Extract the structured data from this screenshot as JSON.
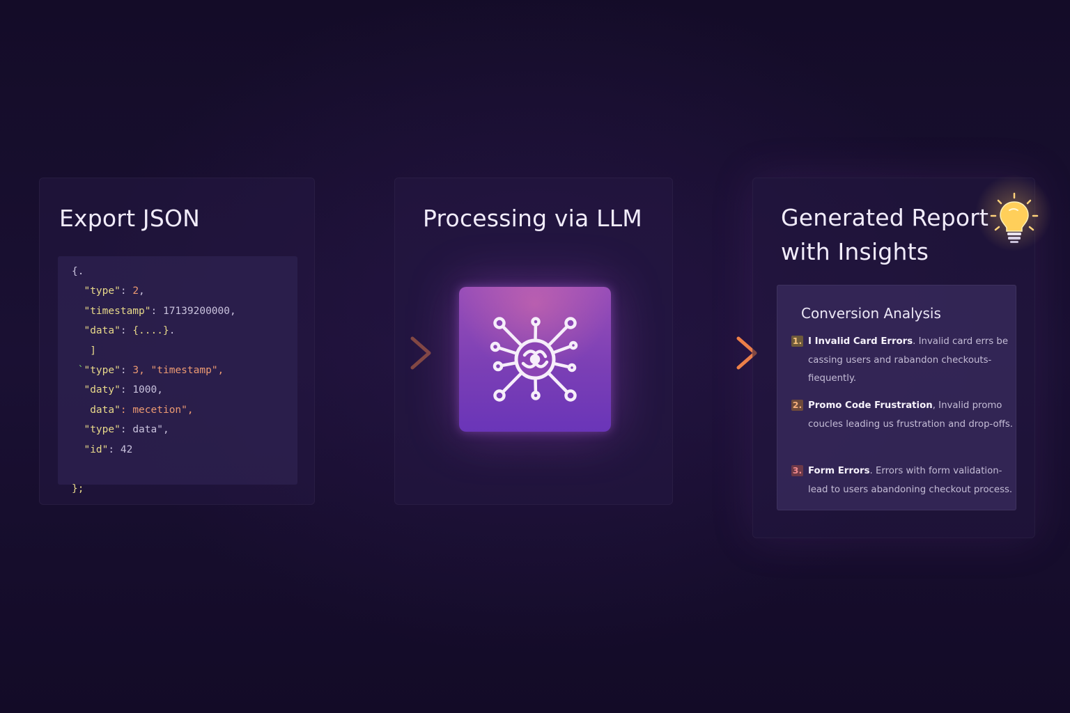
{
  "steps": {
    "export": {
      "title": "Export JSON",
      "code_lines": [
        [
          {
            "t": "{",
            "c": "punc"
          },
          {
            "t": ".",
            "c": "punc"
          }
        ],
        [
          {
            "t": "  \"type\"",
            "c": "key"
          },
          {
            "t": ": ",
            "c": "punc"
          },
          {
            "t": "2",
            "c": "str"
          },
          {
            "t": ",",
            "c": "punc"
          }
        ],
        [
          {
            "t": "  \"timestamp\"",
            "c": "key"
          },
          {
            "t": ": ",
            "c": "punc"
          },
          {
            "t": "17139200000",
            "c": "num"
          },
          {
            "t": ",",
            "c": "punc"
          }
        ],
        [
          {
            "t": "  \"data\"",
            "c": "key"
          },
          {
            "t": ": ",
            "c": "punc"
          },
          {
            "t": "{....}",
            "c": "key"
          },
          {
            "t": ".",
            "c": "punc"
          }
        ],
        [
          {
            "t": "   ]",
            "c": "key"
          }
        ],
        [
          {
            "t": " `",
            "c": "green"
          },
          {
            "t": "\"type\"",
            "c": "key"
          },
          {
            "t": ": ",
            "c": "punc"
          },
          {
            "t": "3",
            "c": "str"
          },
          {
            "t": ", \"timestamp\",",
            "c": "str"
          }
        ],
        [
          {
            "t": "  \"daty\"",
            "c": "key"
          },
          {
            "t": ": ",
            "c": "punc"
          },
          {
            "t": "1000",
            "c": "num"
          },
          {
            "t": ",",
            "c": "punc"
          }
        ],
        [
          {
            "t": "   data\"",
            "c": "key"
          },
          {
            "t": ": ",
            "c": "str"
          },
          {
            "t": "mecetion\",",
            "c": "str"
          }
        ],
        [
          {
            "t": "  \"type\"",
            "c": "key"
          },
          {
            "t": ": ",
            "c": "punc"
          },
          {
            "t": "data\",",
            "c": "num"
          }
        ],
        [
          {
            "t": "  \"id\"",
            "c": "key"
          },
          {
            "t": ": ",
            "c": "punc"
          },
          {
            "t": "42",
            "c": "num"
          }
        ],
        [
          {
            "t": "",
            "c": "punc"
          }
        ],
        [
          {
            "t": "};",
            "c": "key"
          }
        ]
      ]
    },
    "processing": {
      "title": "Processing via LLM",
      "icon": "neural-network-icon"
    },
    "report": {
      "title_line1": "Generated Report",
      "title_line2": "with Insights",
      "icon": "lightbulb-icon",
      "card_title": "Conversion Analysis",
      "insights": [
        {
          "number": "1.",
          "heading": "I Invalid Card Errors",
          "text": ". Invalid card errs be cassing users and rabandon checkouts- fiequently."
        },
        {
          "number": "2.",
          "heading": "Promo Code Frustration",
          "text": ", Invalid promo coucles leading us frustration and drop-offs."
        },
        {
          "number": "3.",
          "heading": "Form Errors",
          "text": ". Errors with form validation- lead to users abandoning checkout process."
        }
      ]
    }
  },
  "colors": {
    "background": "#150d2b",
    "arrow": "#f07a3a",
    "tile": "#7b3fb5"
  }
}
